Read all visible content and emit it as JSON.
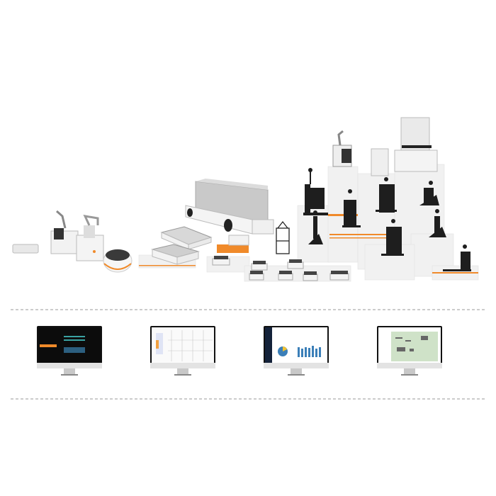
{
  "colors": {
    "background": "#ffffff",
    "accent_orange": "#f08a2a",
    "robot_black": "#1e1e1e",
    "pedestal_white": "#f0f0f0",
    "container_gray": "#c9c9c9",
    "divider_gray": "#9a9a9a"
  },
  "scene": {
    "items": [
      "robot-arm-mobile-base",
      "mobile-manipulator",
      "round-cleaning-robot",
      "container-transport-agv",
      "jacking-agv",
      "pallet-stacker-forklift",
      "autonomous-mobile-robot",
      "shelf-storage-robot"
    ],
    "monitors": [
      {
        "name": "dark-dashboard-monitor",
        "theme": "dark"
      },
      {
        "name": "map-editor-monitor",
        "theme": "light"
      },
      {
        "name": "analytics-monitor",
        "theme": "charts"
      },
      {
        "name": "schematic-monitor",
        "theme": "green"
      }
    ]
  }
}
